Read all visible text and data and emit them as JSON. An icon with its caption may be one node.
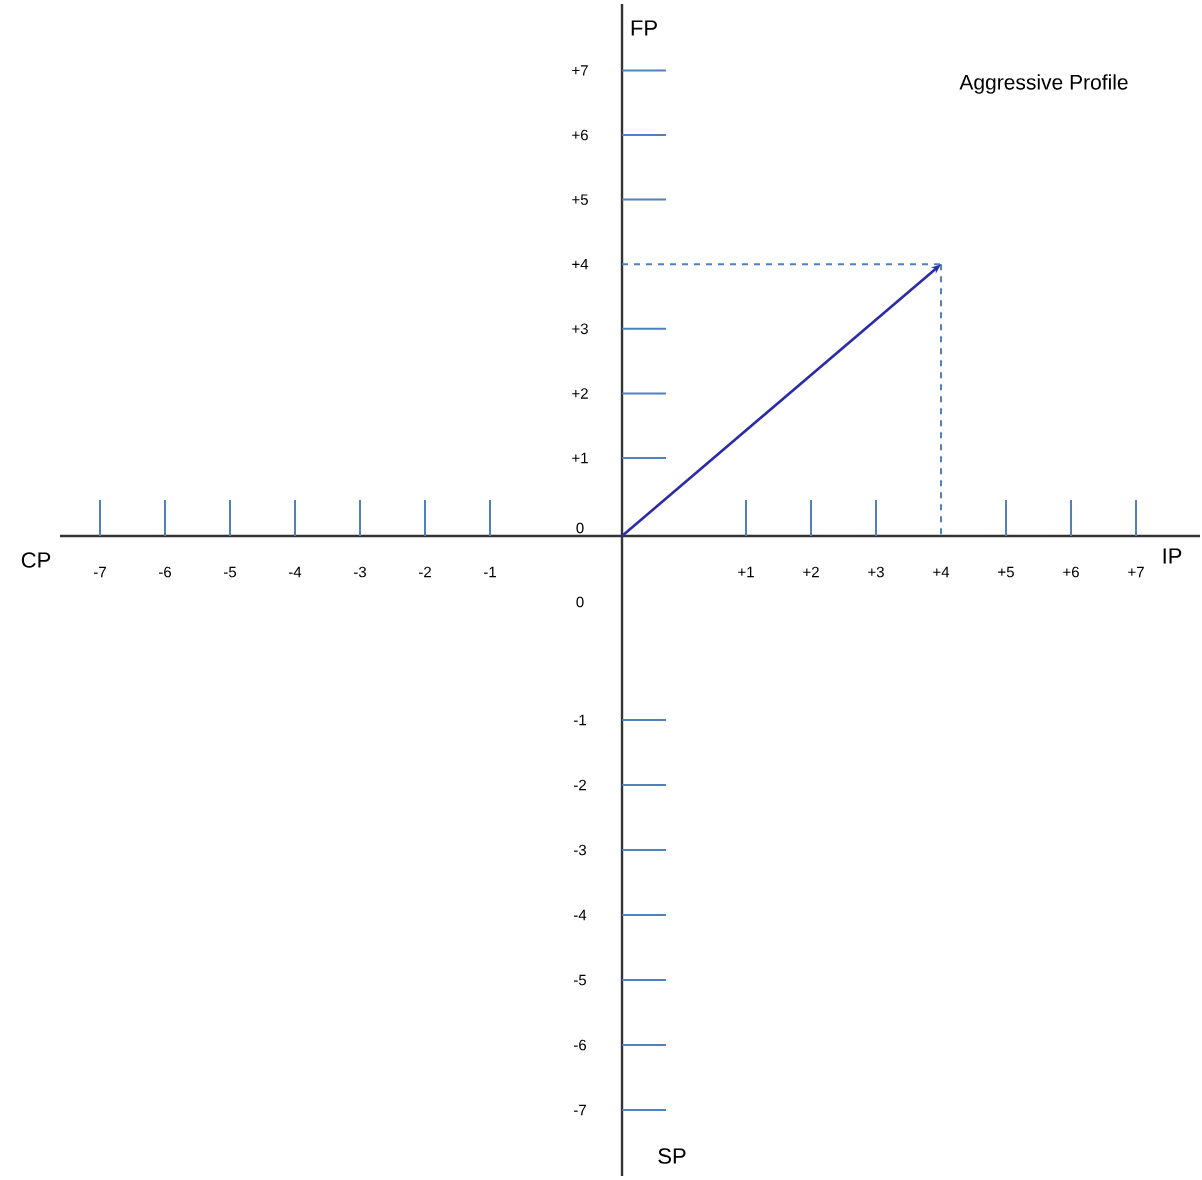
{
  "diagram": {
    "title": "Aggressive Profile",
    "labels": [
      "FP",
      "+7",
      "+6",
      "+5",
      "+4",
      "+3",
      "+2",
      "+1",
      "0",
      "CP",
      "IP",
      "-7",
      "-6",
      "-5",
      "-4",
      "-3",
      "-2",
      "-1",
      "+1",
      "+2",
      "+3",
      "+4",
      "+5",
      "+6",
      "+7",
      "0",
      "-1",
      "-2",
      "-3",
      "-4",
      "-5",
      "-6",
      "-7",
      "SP"
    ]
  }
}
